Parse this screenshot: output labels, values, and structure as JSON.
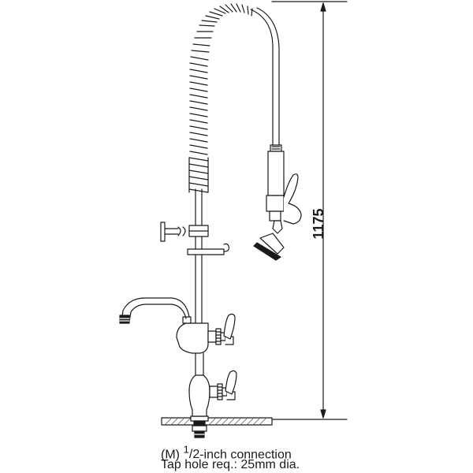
{
  "dimension": {
    "height_value": "1175"
  },
  "caption": {
    "line1_prefix": "(M) ",
    "line1_fraction_num": "1",
    "line1_fraction_sep": "/",
    "line1_fraction_den": "2",
    "line1_suffix": "-inch connection",
    "line2": "Tap hole req.: 25mm dia."
  },
  "colors": {
    "line": "#1a1a1a",
    "hatch": "#555555",
    "background": "#ffffff"
  }
}
